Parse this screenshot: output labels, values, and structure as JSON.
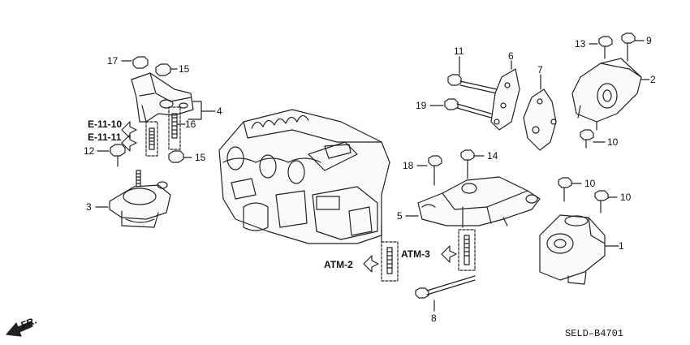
{
  "callouts": {
    "c1": "1",
    "c2": "2",
    "c3": "3",
    "c4": "4",
    "c5": "5",
    "c6": "6",
    "c7": "7",
    "c8": "8",
    "c9": "9",
    "c10a": "10",
    "c10b": "10",
    "c10c": "10",
    "c11": "11",
    "c12": "12",
    "c13": "13",
    "c14": "14",
    "c15a": "15",
    "c15b": "15",
    "c16": "16",
    "c17": "17",
    "c18": "18",
    "c19": "19"
  },
  "refs": {
    "e1110": "E-11-10",
    "e1111": "E-11-11",
    "atm2": "ATM-2",
    "atm3": "ATM-3"
  },
  "front_label": "FR.",
  "diagram_code": "SELD–B4701"
}
